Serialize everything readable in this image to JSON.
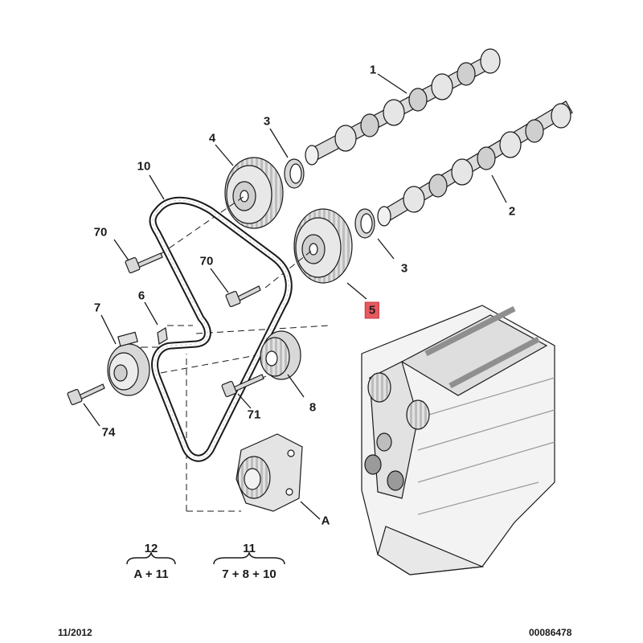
{
  "callouts": {
    "c1": "1",
    "c2": "2",
    "c3a": "3",
    "c3b": "3",
    "c4": "4",
    "c5": "5",
    "c6": "6",
    "c7": "7",
    "c8": "8",
    "c10": "10",
    "c70a": "70",
    "c70b": "70",
    "c71": "71",
    "c74": "74",
    "cA": "A"
  },
  "formulas": {
    "f12_top": "12",
    "f12_bottom": "A + 11",
    "f11_top": "11",
    "f11_bottom": "7 + 8 + 10"
  },
  "footer": {
    "date": "11/2012",
    "ref": "00086478"
  },
  "colors": {
    "highlight": "#e8585e",
    "line": "#1a1a1a",
    "part_fill": "#e6e6e6"
  }
}
